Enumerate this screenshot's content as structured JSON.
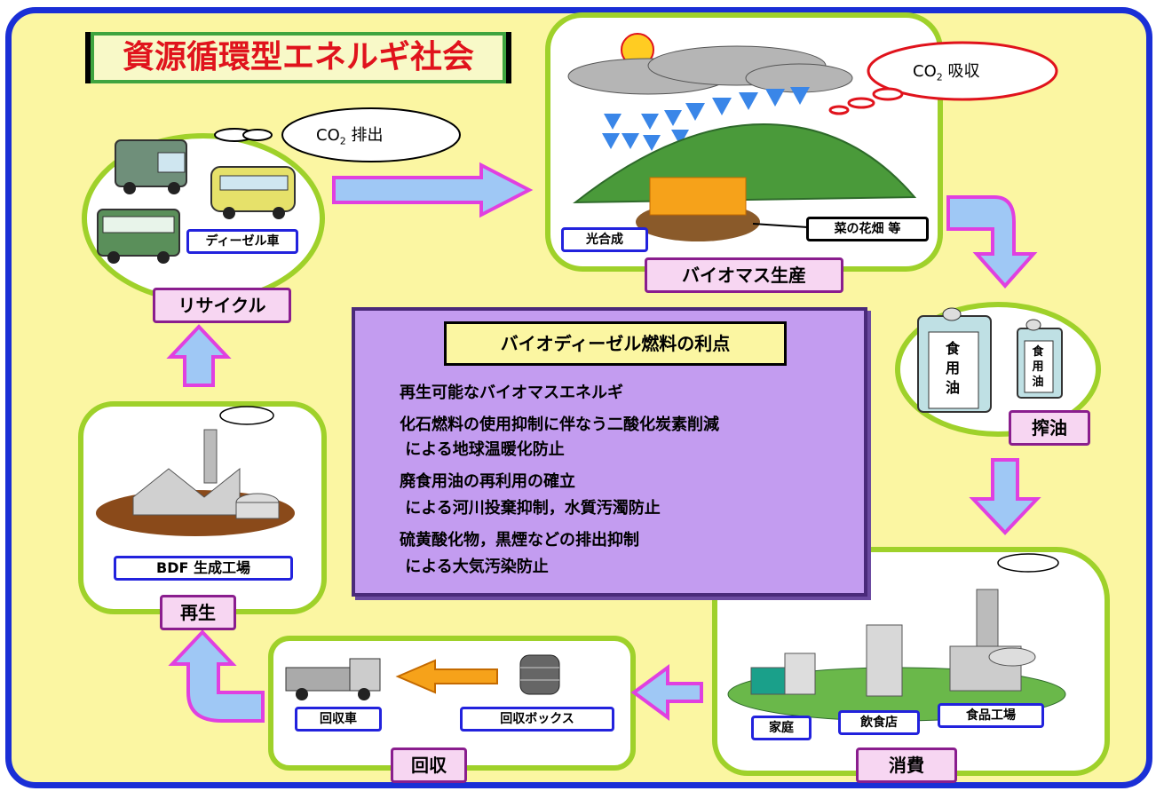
{
  "title": "資源循環型エネルギ社会",
  "clouds": {
    "emission": {
      "co2": "CO",
      "sub": "2",
      "text": "排出"
    },
    "absorption": {
      "co2": "CO",
      "sub": "2",
      "text": "吸収"
    }
  },
  "stages": {
    "recycle": {
      "label": "リサイクル",
      "sublabel": "ディーゼル車"
    },
    "biomass": {
      "label": "バイオマス生産",
      "photosynthesis": "光合成",
      "field": "菜の花畑 等"
    },
    "pressing": {
      "label": "搾油",
      "can_large": "食用油",
      "can_small": "食用油"
    },
    "consumption": {
      "label": "消費",
      "home": "家庭",
      "restaurant": "飲食店",
      "factory": "食品工場"
    },
    "collection": {
      "label": "回収",
      "truck": "回収車",
      "box": "回収ボックス"
    },
    "regeneration": {
      "label": "再生",
      "sublabel": "BDF 生成工場"
    }
  },
  "advantages": {
    "heading": "バイオディーゼル燃料の利点",
    "lines": [
      "再生可能なバイオマスエネルギ",
      "化石燃料の使用抑制に伴なう二酸化炭素削減",
      " による地球温暖化防止",
      "廃食用油の再利用の確立",
      " による河川投棄抑制，水質汚濁防止",
      "硫黄酸化物，黒煙などの排出抑制",
      " による大気汚染防止"
    ]
  },
  "colors": {
    "frame": "#1a2fd6",
    "background": "#fbf6a2",
    "bubble_border": "#9fd12a",
    "arrow_fill": "#9fc8f5",
    "arrow_stroke": "#e040e0",
    "title_text": "#e0131c",
    "panel": "#c39cf0"
  }
}
